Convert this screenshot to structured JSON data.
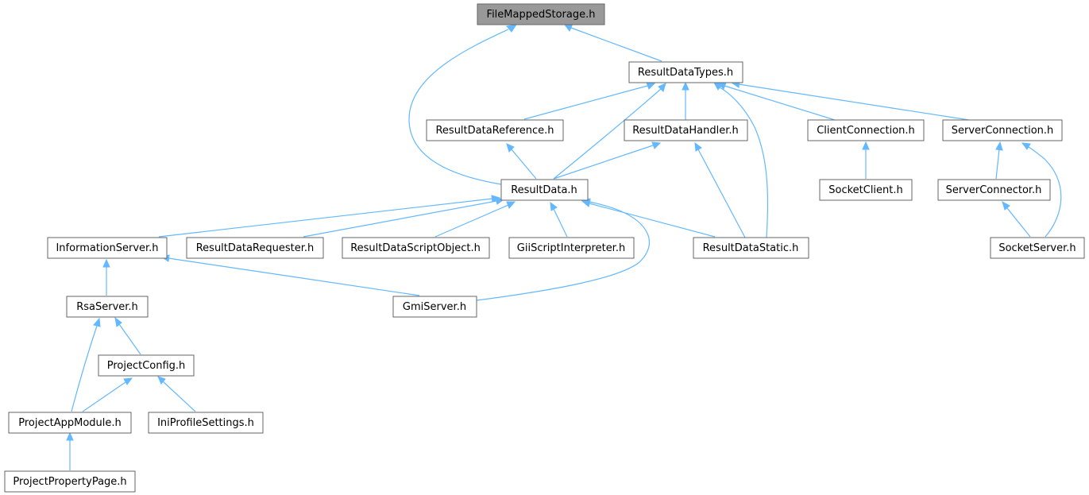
{
  "root": "FileMappedStorage.h",
  "nodes": {
    "fms": "FileMappedStorage.h",
    "rdt": "ResultDataTypes.h",
    "rdref": "ResultDataReference.h",
    "rdh": "ResultDataHandler.h",
    "cc": "ClientConnection.h",
    "sc": "ServerConnection.h",
    "rd": "ResultData.h",
    "sockc": "SocketClient.h",
    "sconn": "ServerConnector.h",
    "is": "InformationServer.h",
    "rdreq": "ResultDataRequester.h",
    "rdso": "ResultDataScriptObject.h",
    "gii": "GiiScriptInterpreter.h",
    "rds": "ResultDataStatic.h",
    "socks": "SocketServer.h",
    "rsa": "RsaServer.h",
    "gmi": "GmiServer.h",
    "pc": "ProjectConfig.h",
    "pam": "ProjectAppModule.h",
    "ini": "IniProfileSettings.h",
    "ppp": "ProjectPropertyPage.h"
  },
  "colors": {
    "edge": "#63b8ff",
    "root_fill": "#999999",
    "node_border": "#666666"
  }
}
